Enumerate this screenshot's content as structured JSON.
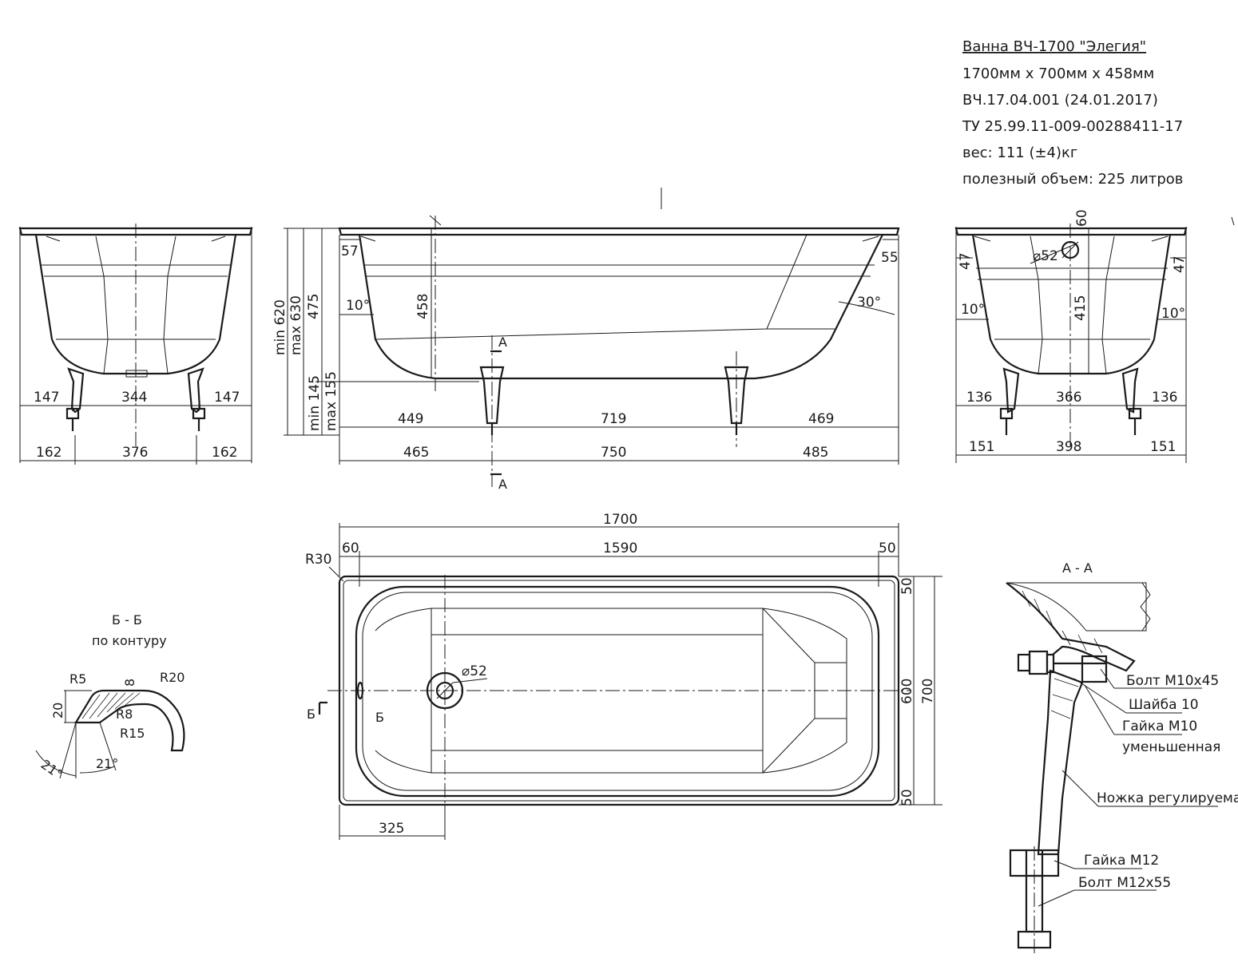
{
  "title_block": {
    "name": "Ванна ВЧ-1700 \"Элегия\"",
    "size": "1700мм х 700мм х 458мм",
    "code": "ВЧ.17.04.001 (24.01.2017)",
    "spec": "ТУ 25.99.11-009-00288411-17",
    "weight": "вес: 111 (±4)кг",
    "volume": "полезный объем: 225 литров"
  },
  "side_view_left": {
    "legs_top": [
      "147",
      "344",
      "147"
    ],
    "legs_bottom": [
      "162",
      "376",
      "162"
    ]
  },
  "front_view": {
    "heights": [
      "min 620",
      "max 630",
      "475",
      "min 145",
      "max 155"
    ],
    "inner_depth": "458",
    "rim_left": "57",
    "rim_right": "55",
    "angle_left": "10°",
    "angle_right": "30°",
    "legs_top": [
      "449",
      "719",
      "469"
    ],
    "legs_bottom": [
      "465",
      "750",
      "485"
    ],
    "section_mark": "А"
  },
  "side_view_right": {
    "top_dim": "60",
    "drain": "⌀52",
    "rim_left": "47",
    "rim_right": "47",
    "depth": "415",
    "angle_left": "10°",
    "angle_right": "10°",
    "legs_top": [
      "136",
      "366",
      "136"
    ],
    "legs_bottom": [
      "151",
      "398",
      "151"
    ]
  },
  "plan_view": {
    "length": "1700",
    "inner_length": "1590",
    "left_rim": "60",
    "right_rim": "50",
    "corner_radius": "R30",
    "drain": "⌀52",
    "drain_offset": "325",
    "width_inner": "600",
    "width_outer": "700",
    "rim_top": "50",
    "rim_bottom": "50",
    "section_mark": "Б"
  },
  "section_b": {
    "title": "Б - Б",
    "subtitle": "по контуру",
    "labels": [
      "R5",
      "R20",
      "8",
      "20",
      "R8",
      "R15",
      "21°",
      "21°"
    ]
  },
  "section_a": {
    "title": "А - А",
    "callouts": [
      "Болт М10х45",
      "Шайба 10",
      "Гайка М10",
      "уменьшенная",
      "Ножка регулируемая",
      "Гайка М12",
      "Болт М12х55"
    ]
  }
}
